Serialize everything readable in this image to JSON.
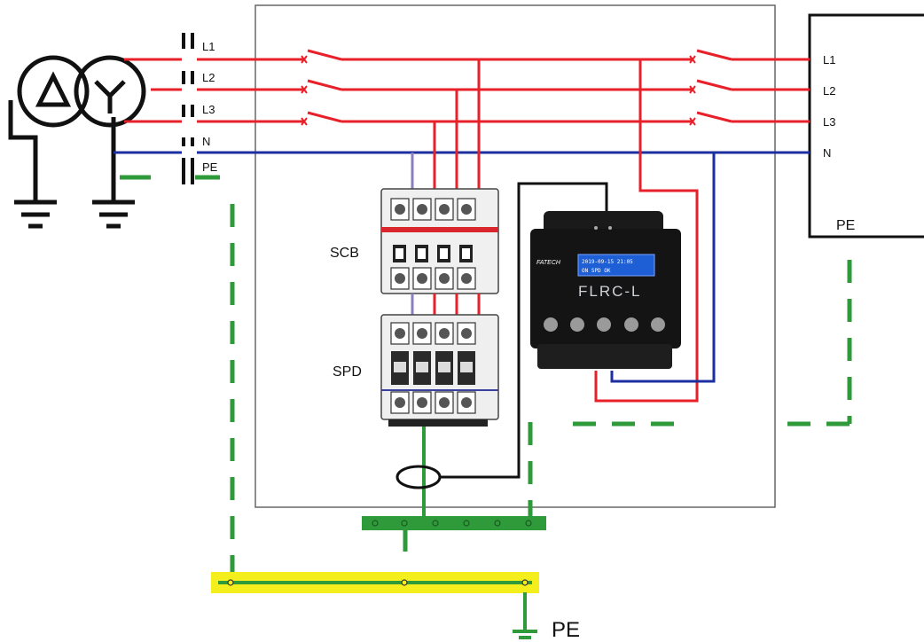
{
  "source_lines": {
    "l1": "L1",
    "l2": "L2",
    "l3": "L3",
    "n": "N",
    "pe": "PE"
  },
  "load_lines": {
    "l1": "L1",
    "l2": "L2",
    "l3": "L3",
    "n": "N",
    "pe": "PE"
  },
  "components": {
    "scb": "SCB",
    "spd": "SPD"
  },
  "monitor": {
    "brand": "FLRC-L",
    "logo": "FATECH",
    "lcd_line1": "2019-09-15 21:05",
    "lcd_line2": "ON  SPD  OK"
  },
  "ground": {
    "label": "PE"
  },
  "colors": {
    "phase": "#e8202a",
    "neutral": "#1c2fa0",
    "earth": "#2e9a3a",
    "bonding_bar": "#f4ef1c",
    "enclosure": "#555555"
  }
}
